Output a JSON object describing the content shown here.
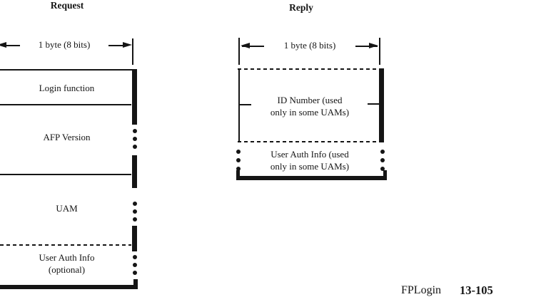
{
  "colors": {
    "ink": "#151515",
    "paper": "#ffffff"
  },
  "request": {
    "title": "Request",
    "byte_label": "1 byte (8 bits)",
    "rows": [
      {
        "line1": "Login function",
        "line2": ""
      },
      {
        "line1": "AFP Version",
        "line2": ""
      },
      {
        "line1": "UAM",
        "line2": ""
      },
      {
        "line1": "User Auth Info",
        "line2": "(optional)"
      }
    ]
  },
  "reply": {
    "title": "Reply",
    "byte_label": "1 byte (8 bits)",
    "rows": [
      {
        "line1": "ID Number (used",
        "line2": "only in some UAMs)"
      },
      {
        "line1": "User Auth Info (used",
        "line2": "only in some UAMs)"
      }
    ]
  },
  "footer": {
    "section": "FPLogin",
    "page": "13-105"
  }
}
